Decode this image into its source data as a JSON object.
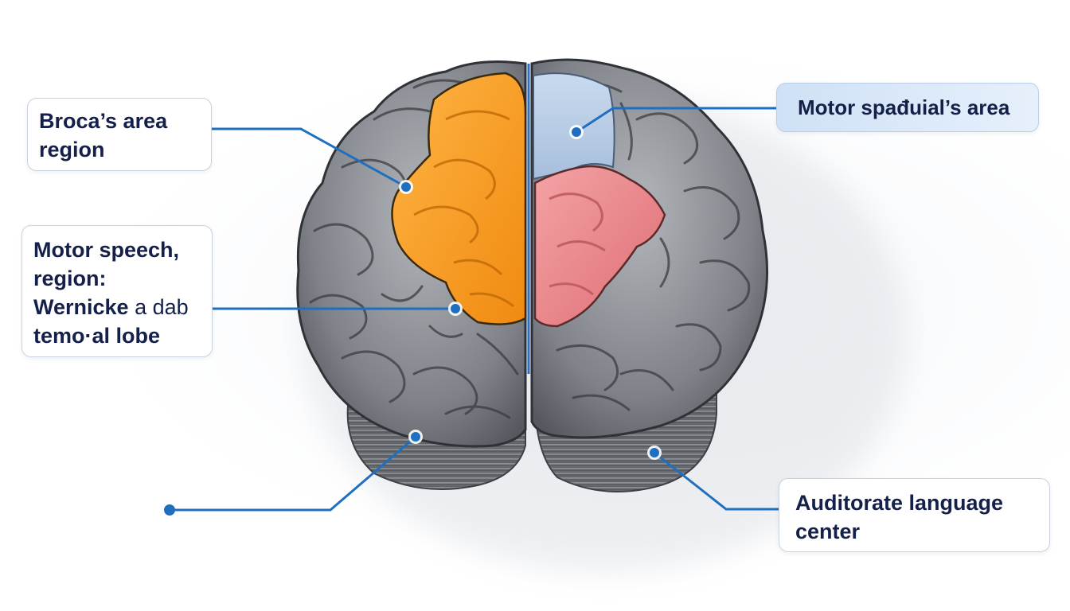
{
  "labels": {
    "broca": {
      "line1": "Broca’s area",
      "line2": "region"
    },
    "motor_speech": {
      "line1": "Motor speech,",
      "line2": "region:",
      "line3a": "Wernicke",
      "line3b": "a dab",
      "line4": "temo·al lobe"
    },
    "motor_spatial": {
      "text": "Motor spađuial’s area"
    },
    "auditory": {
      "line1": "Auditorate language",
      "line2": "center"
    }
  },
  "colors": {
    "leader_line": "#1f6fc0",
    "brain_gray": "#8a8d93",
    "broca_orange": "#f5a623",
    "pink_region": "#e8858a",
    "blue_region": "#b9cde6",
    "text_navy": "#14204a"
  }
}
